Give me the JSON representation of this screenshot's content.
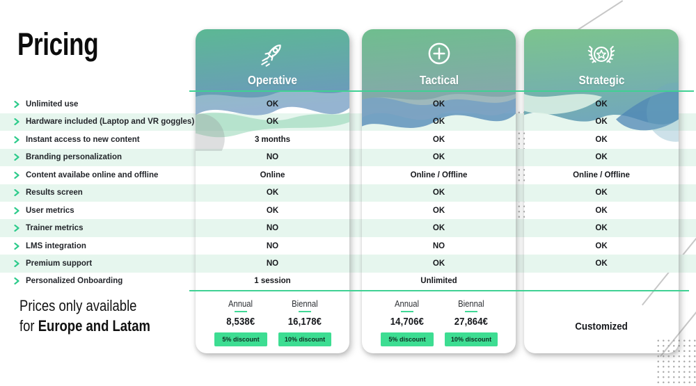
{
  "title": "Pricing",
  "note": {
    "line1": "Prices only available",
    "line2_normal": "for ",
    "line2_bold": "Europe and Latam"
  },
  "features": [
    "Unlimited use",
    "Hardware included (Laptop and VR goggles)",
    "Instant access to new content",
    "Branding personalization",
    "Content availabe online and offline",
    "Results screen",
    "User metrics",
    "Trainer metrics",
    "LMS integration",
    "Premium support",
    "Personalized Onboarding"
  ],
  "plans": [
    {
      "name": "Operative",
      "icon": "rocket-icon",
      "values": [
        "OK",
        "OK",
        "3 months",
        "NO",
        "Online",
        "OK",
        "OK",
        "NO",
        "NO",
        "NO",
        "1 session"
      ],
      "pricing": {
        "mode": "table",
        "options": [
          {
            "period": "Annual",
            "price": "8,538€",
            "discount": "5% discount"
          },
          {
            "period": "Biennal",
            "price": "16,178€",
            "discount": "10% discount"
          }
        ]
      }
    },
    {
      "name": "Tactical",
      "icon": "plus-circle-icon",
      "values": [
        "OK",
        "OK",
        "OK",
        "OK",
        "Online / Offline",
        "OK",
        "OK",
        "OK",
        "NO",
        "OK",
        "Unlimited"
      ],
      "pricing": {
        "mode": "table",
        "options": [
          {
            "period": "Annual",
            "price": "14,706€",
            "discount": "5% discount"
          },
          {
            "period": "Biennal",
            "price": "27,864€",
            "discount": "10% discount"
          }
        ]
      }
    },
    {
      "name": "Strategic",
      "icon": "laurel-wreath-star-icon",
      "values": [
        "OK",
        "OK",
        "OK",
        "OK",
        "Online / Offline",
        "OK",
        "OK",
        "OK",
        "OK",
        "OK",
        ""
      ],
      "pricing": {
        "mode": "custom",
        "label": "Customized"
      }
    }
  ],
  "colors": {
    "accent_green": "#3fd193",
    "badge_green": "#3ddd92",
    "stripe_mint": "#e6f6ee",
    "operative_gradient": [
      "#5cb894",
      "#6d97c0"
    ],
    "tactical_gradient": [
      "#6fbe8e",
      "#8aa3b2"
    ],
    "strategic_gradient": [
      "#7cc48d",
      "#72a8bb"
    ],
    "text_dark": "#1b1e24"
  }
}
